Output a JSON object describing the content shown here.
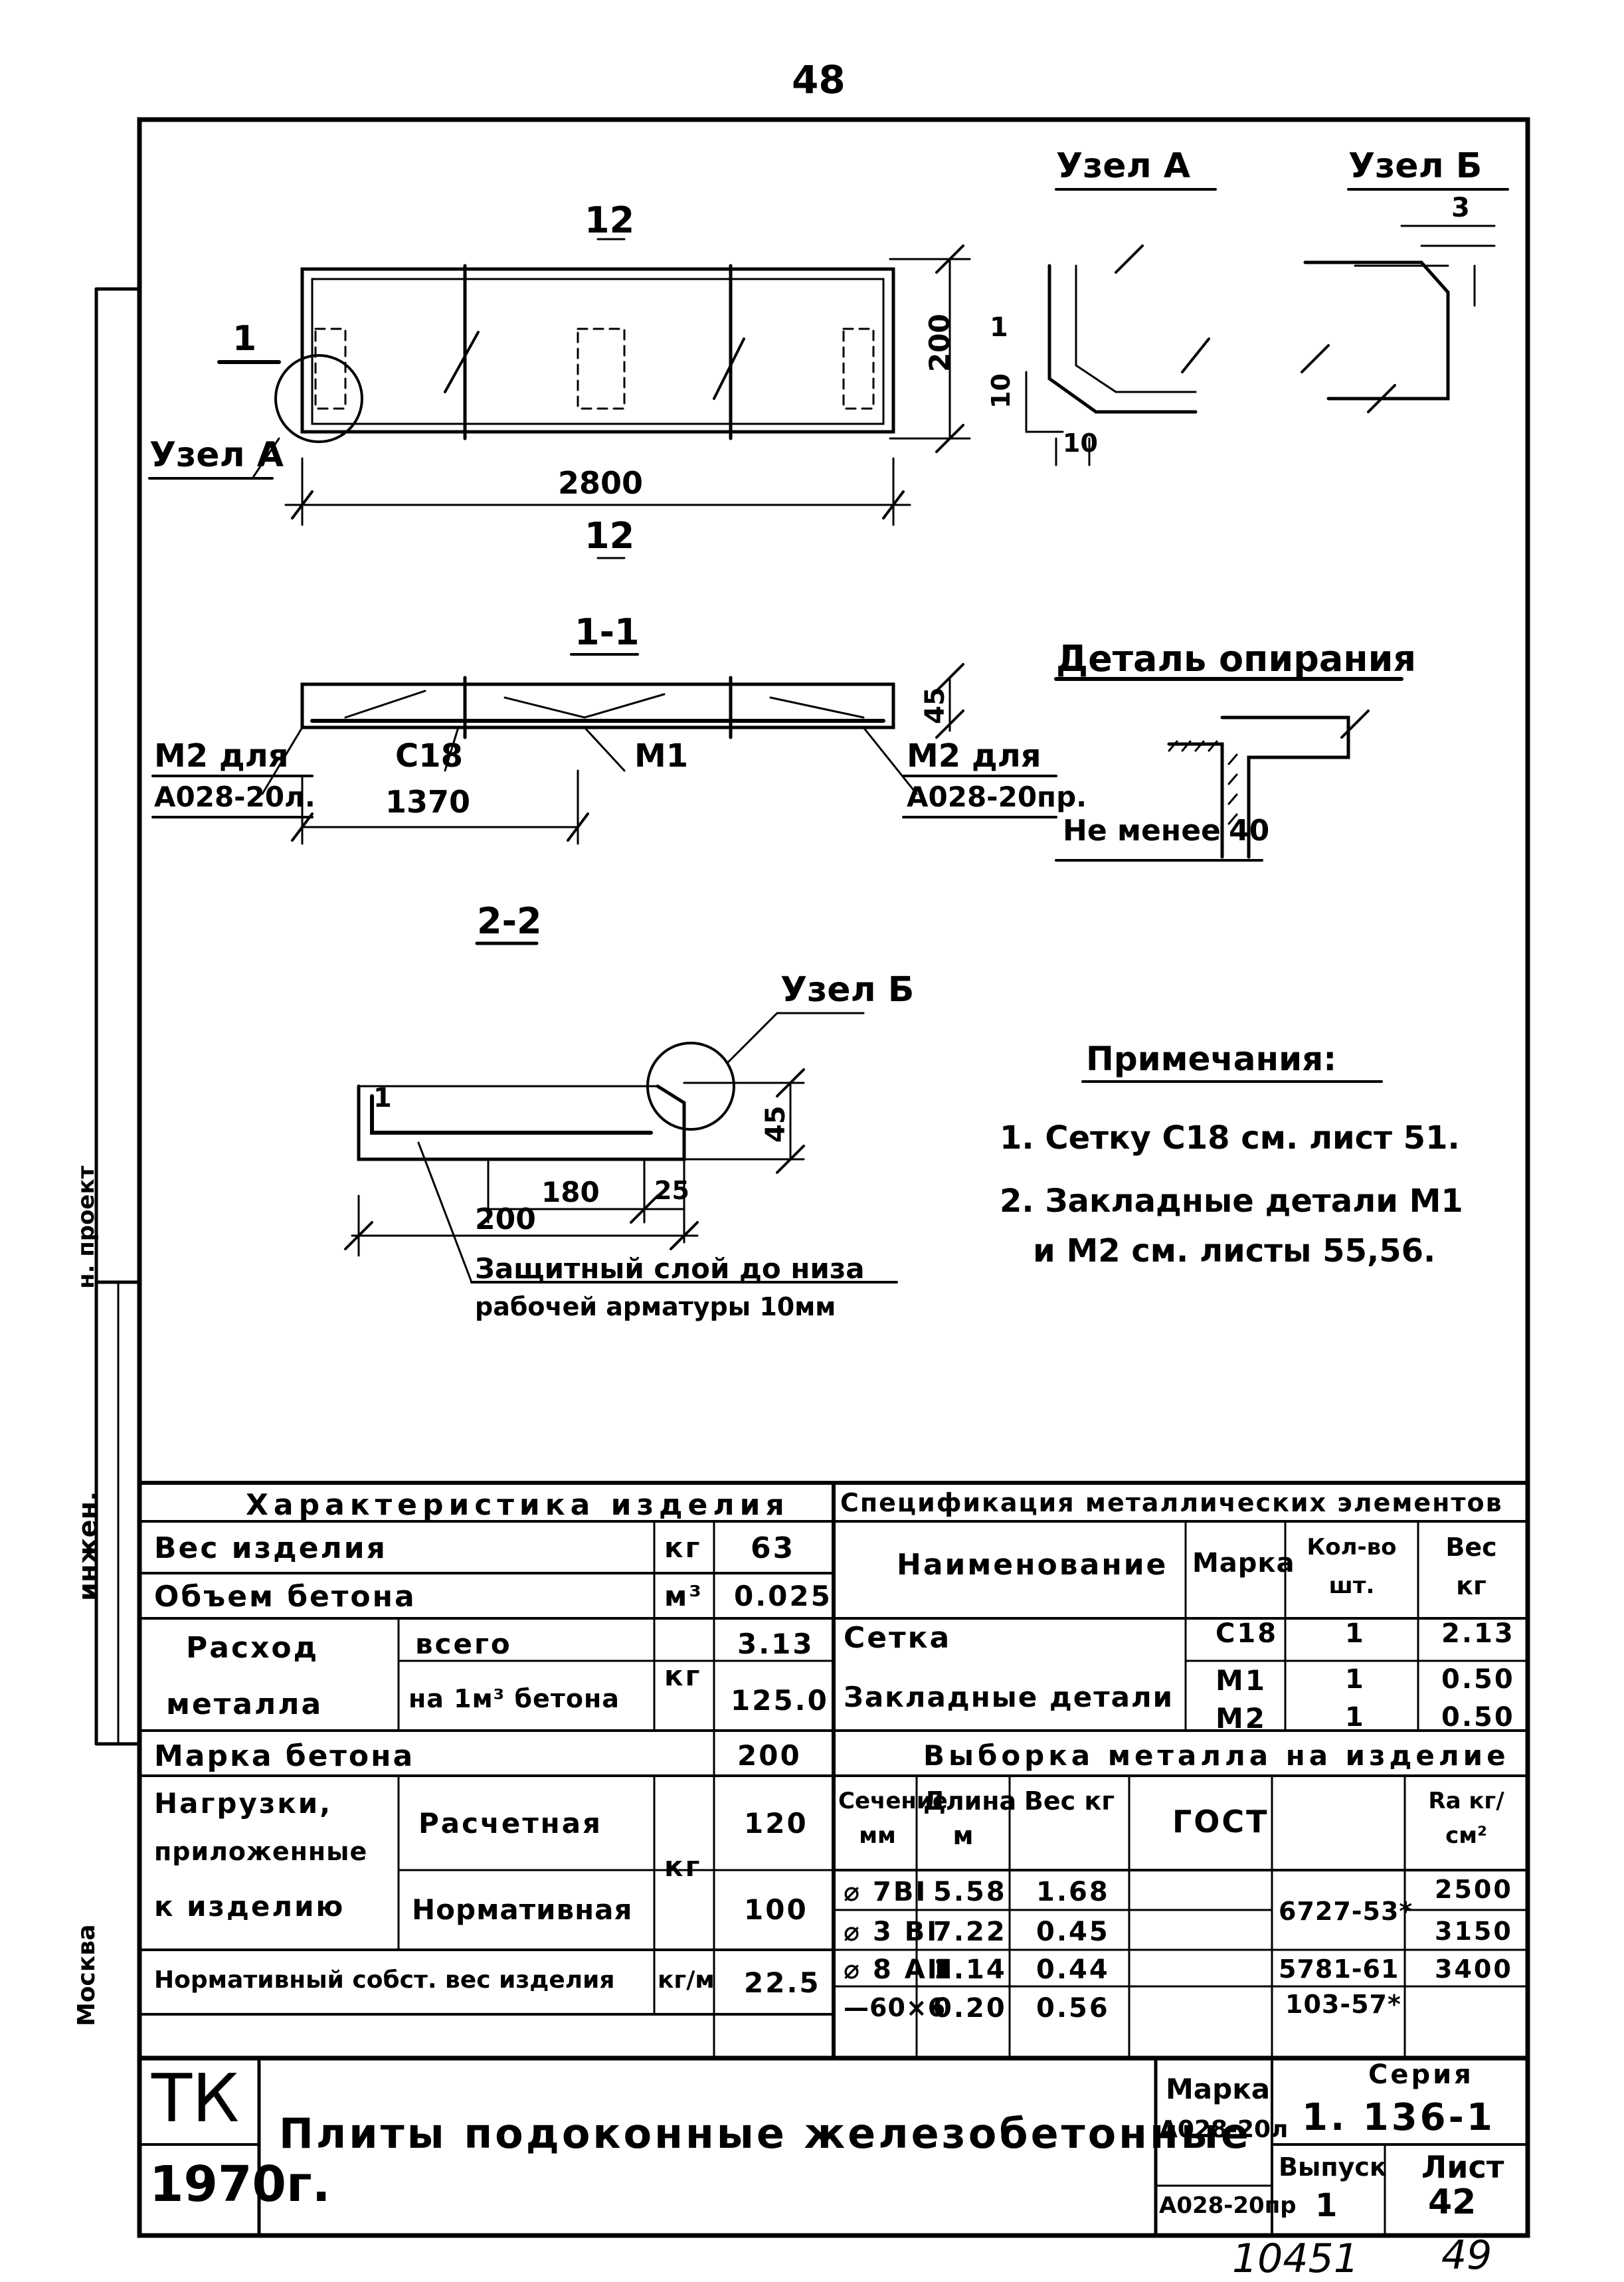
{
  "page_number": "48",
  "drawing": {
    "labels": {
      "mark_12_top": "12",
      "mark_12_bottom": "12",
      "section_mark_1": "1",
      "dim_2800": "2800",
      "dim_200": "200",
      "dim_10_a": "10",
      "dim_10_b": "10",
      "dim_1_small": "1",
      "dim_3": "3",
      "uzel_a_callout": "Узел А",
      "uzel_a_title": "Узел А",
      "uzel_b_title": "Узел Б",
      "uzel_b_callout": "Узел Б",
      "section_1_1": "1-1",
      "section_2_2": "2-2",
      "m2_left_line1": "М2 для",
      "m2_left_line2": "А028-20л.",
      "m2_right_line1": "М2 для",
      "m2_right_line2": "А028-20пр.",
      "c18_label": "С18",
      "m1_label": "М1",
      "dim_1370": "1370",
      "dim_45_a": "45",
      "dim_45_b": "45",
      "dim_180": "180",
      "dim_25": "25",
      "dim_200_b": "200",
      "dim_1_b": "1",
      "detail_title": "Деталь опирания",
      "detail_min": "Не менее",
      "detail_min_val": "40",
      "cover_line1": "Защитный слой до низа",
      "cover_line2": "рабочей арматуры 10мм"
    },
    "notes": {
      "title": "Примечания:",
      "items": [
        "1. Сетку С18 см. лист 51.",
        "2. Закладные детали М1",
        "   и М2 см. листы 55,56."
      ]
    }
  },
  "margin_text": {
    "a": "инжен.",
    "b": "н. проект",
    "c": "Москва"
  },
  "characteristics": {
    "title": "Характеристика изделия",
    "weight_label": "Вес изделия",
    "weight_unit": "кг",
    "weight_value": "63",
    "concrete_volume_label": "Объем бетона",
    "concrete_volume_unit": "м³",
    "concrete_volume_value": "0.025",
    "metal_label_1": "Расход",
    "metal_label_2": "металла",
    "metal_total_label": "всего",
    "metal_per_m3_label": "на 1м³ бетона",
    "metal_unit": "кг",
    "metal_total_value": "3.13",
    "metal_per_m3_value": "125.0",
    "concrete_grade_label": "Марка бетона",
    "concrete_grade_value": "200",
    "loads_label_1": "Нагрузки,",
    "loads_label_2": "приложенные",
    "loads_label_3": "к изделию",
    "load_design_label": "Расчетная",
    "load_design_value": "120",
    "load_norm_label": "Нормативная",
    "load_norm_value": "100",
    "loads_unit": "кг",
    "norm_self_weight_label": "Нормативный собст. вес изделия",
    "norm_self_weight_unit": "кг/м",
    "norm_self_weight_value": "22.5"
  },
  "specification": {
    "title": "Спецификация металлических элементов",
    "headers": {
      "name": "Наименование",
      "mark": "Марка",
      "qty": "Кол-во шт.",
      "weight": "Вес кг"
    },
    "rows": [
      {
        "name": "Сетка",
        "mark": "С18",
        "qty": "1",
        "weight": "2.13"
      },
      {
        "name": "Закладные детали",
        "mark": "М1",
        "qty": "1",
        "weight": "0.50"
      },
      {
        "name": "",
        "mark": "М2",
        "qty": "1",
        "weight": "0.50"
      }
    ]
  },
  "selection": {
    "title": "Выборка металла на изделие",
    "headers": {
      "section": "Сечение мм",
      "length": "Длина м",
      "weight": "Вес кг",
      "gost": "ГОСТ",
      "ra": "Rа кг/см²"
    },
    "rows": [
      {
        "section": "⌀ 7ВI",
        "length": "5.58",
        "weight": "1.68",
        "gost": "6727-53*",
        "ra": "2500"
      },
      {
        "section": "⌀ 3 ВI",
        "length": "7.22",
        "weight": "0.45",
        "gost": "",
        "ra": "3150"
      },
      {
        "section": "⌀ 8 АⅢ",
        "length": "1.14",
        "weight": "0.44",
        "gost": "5781-61",
        "ra": "3400"
      },
      {
        "section": "—60×6",
        "length": "0.20",
        "weight": "0.56",
        "gost": "103-57*",
        "ra": ""
      }
    ]
  },
  "title_block": {
    "logo": "ТК",
    "year": "1970г.",
    "name": "Плиты подоконные железобетонные",
    "mark_label": "Марка",
    "mark_values": [
      "А028-20л",
      "А028-20пр"
    ],
    "series_label": "Серия",
    "series_value": "1. 136-1",
    "issue_label": "Выпуск",
    "issue_value": "1",
    "sheet_label": "Лист",
    "sheet_value": "42"
  },
  "footer": {
    "stamp_number": "10451",
    "page_handwritten": "49"
  }
}
